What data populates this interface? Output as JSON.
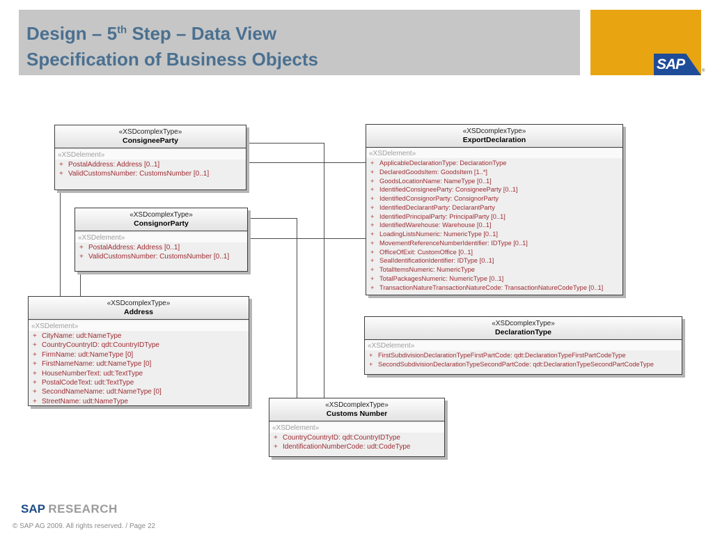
{
  "slide": {
    "title": {
      "line1_pre": "Design – 5",
      "line1_sup": "th",
      "line1_post": " Step – Data View",
      "line2": "Specification of Business Objects"
    },
    "logo_text": "SAP",
    "logo_reg": "®",
    "footer": {
      "brand_sap": "SAP",
      "brand_research": "RESEARCH",
      "copyright": "© SAP AG 2009. All rights reserved. / Page 22"
    }
  },
  "colors": {
    "title_bar": "#c6c6c6",
    "title_text": "#4a7090",
    "logo_gold": "#e9a511",
    "logo_blue": "#1e4c99",
    "attribute_text": "#9d2b32",
    "stereotype_gray": "#9e9e9e"
  },
  "diagram": {
    "plus": "+",
    "boxes": [
      {
        "id": "consignee-party",
        "stereotype": "«XSDcomplexType»",
        "name": "ConsigneeParty",
        "section_stereotype": "«XSDelement»",
        "attributes": [
          "PostalAddress:  Address [0..1]",
          "ValidCustomsNumber:  CustomsNumber [0..1]"
        ]
      },
      {
        "id": "consignor-party",
        "stereotype": "«XSDcomplexType»",
        "name": "ConsignorParty",
        "section_stereotype": "«XSDelement»",
        "attributes": [
          "PostalAddress:  Address [0..1]",
          "ValidCustomsNumber:  CustomsNumber [0..1]"
        ]
      },
      {
        "id": "address",
        "stereotype": "«XSDcomplexType»",
        "name": "Address",
        "section_stereotype": "«XSDelement»",
        "attributes": [
          "CityName:  udt:NameType",
          "CountryCountryID:  qdt:CountryIDType",
          "FirmName:  udt:NameType [0]",
          "FirstNameName:  udt:NameType [0]",
          "HouseNumberText:  udt:TextType",
          "PostalCodeText:  udt:TextType",
          "SecondNameName:  udt:NameType [0]",
          "StreetName:  udt:NameType"
        ]
      },
      {
        "id": "export-declaration",
        "stereotype": "«XSDcomplexType»",
        "name": "ExportDeclaration",
        "section_stereotype": "«XSDelement»",
        "attributes": [
          "ApplicableDeclarationType:  DeclarationType",
          "DeclaredGoodsItem:  GoodsItem [1..*]",
          "GoodsLocationName:  NameType [0..1]",
          "IdentifiedConsigneeParty:  ConsigneeParty [0..1]",
          "IdentifiedConsignorParty:  ConsignorParty",
          "IdentifiedDeclarantParty:  DeclarantParty",
          "IdentifiedPrincipalParty:  PrincipalParty [0..1]",
          "IdentifiedWarehouse:  Warehouse [0..1]",
          "LoadingListsNumeric:  NumericType [0..1]",
          "MovementReferenceNumberIdentifier:  IDType [0..1]",
          "OfficeOfExit:  CustomOffice [0..1]",
          "SealIdentificationIdentifier:  IDType [0..1]",
          "TotalItemsNumeric:  NumericType",
          "TotalPackagesNumeric:  NumericType [0..1]",
          "TransactionNatureTransactionNatureCode:  TransactionNatureCodeType [0..1]"
        ]
      },
      {
        "id": "declaration-type",
        "stereotype": "«XSDcomplexType»",
        "name": "DeclarationType",
        "section_stereotype": "«XSDelement»",
        "attributes": [
          "FirstSubdivisionDeclarationTypeFirstPartCode:  qdt:DeclarationTypeFirstPartCodeType",
          "SecondSubdivisionDeclarationTypeSecondPartCode:  qdt:DeclarationTypeSecondPartCodeType"
        ]
      },
      {
        "id": "customs-number",
        "stereotype": "«XSDcomplexType»",
        "name": "Customs Number",
        "section_stereotype": "«XSDelement»",
        "attributes": [
          "CountryCountryID:  qdt:CountryIDType",
          "IdentificationNumberCode:  udt:CodeType"
        ]
      }
    ]
  }
}
